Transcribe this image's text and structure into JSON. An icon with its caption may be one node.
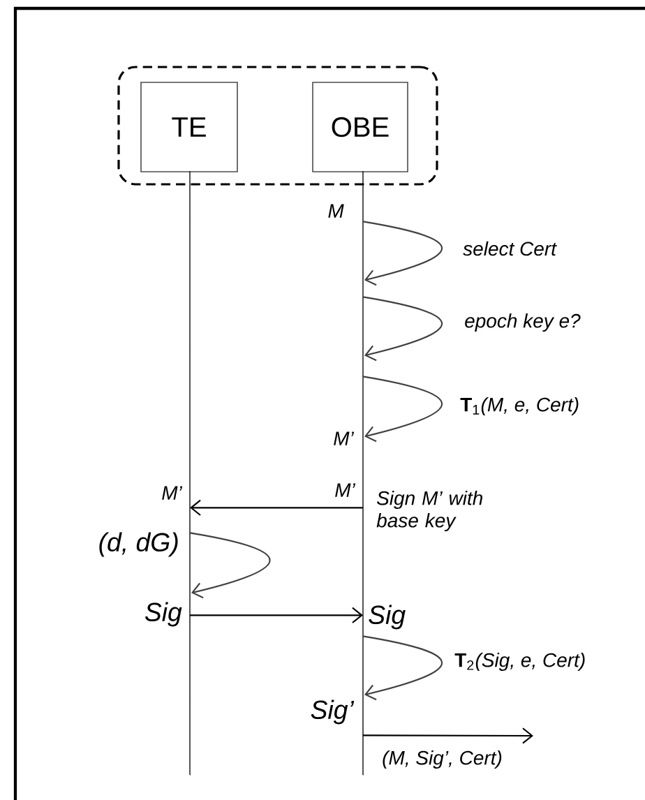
{
  "diagram": {
    "nodes": [
      {
        "text": [],
        "shape": "box"
      },
      {
        "text": [
          "TE"
        ],
        "in": 0
      },
      {
        "text": [
          "OBE"
        ],
        "in": 0
      },
      {
        "text": [],
        "shape": "bar"
      },
      {
        "text": [],
        "shape": "bar"
      }
    ],
    "edges": [
      {
        "from": 4,
        "to": 4,
        "arrow": "to",
        "label": "select Cert"
      },
      {
        "from": 4,
        "to": 4,
        "arrow": "to",
        "label": "epoch key e?"
      },
      {
        "from": 4,
        "to": 4,
        "arrow": "to",
        "label": "**T**$_{1}$*(M, e, Cert)*"
      },
      {
        "from": 4,
        "to": 3,
        "arrow": "to"
      },
      {
        "from": 3,
        "to": 3,
        "arrow": "to"
      },
      {
        "from": 3,
        "to": 4,
        "arrow": "to"
      },
      {
        "from": 4,
        "to": 4,
        "arrow": "to",
        "label": "**T**$_{2}$*(Sig, e, Cert)*"
      },
      {
        "from": 4,
        "to": null,
        "arrow": "to",
        "label": "(M, Sig’, Cert)"
      }
    ],
    "labels": [
      "M",
      "M’",
      "M’",
      "M’",
      "Sign M’ with base key",
      "(d, dG)",
      "Sig",
      "Sig",
      "Sig’"
    ]
  }
}
